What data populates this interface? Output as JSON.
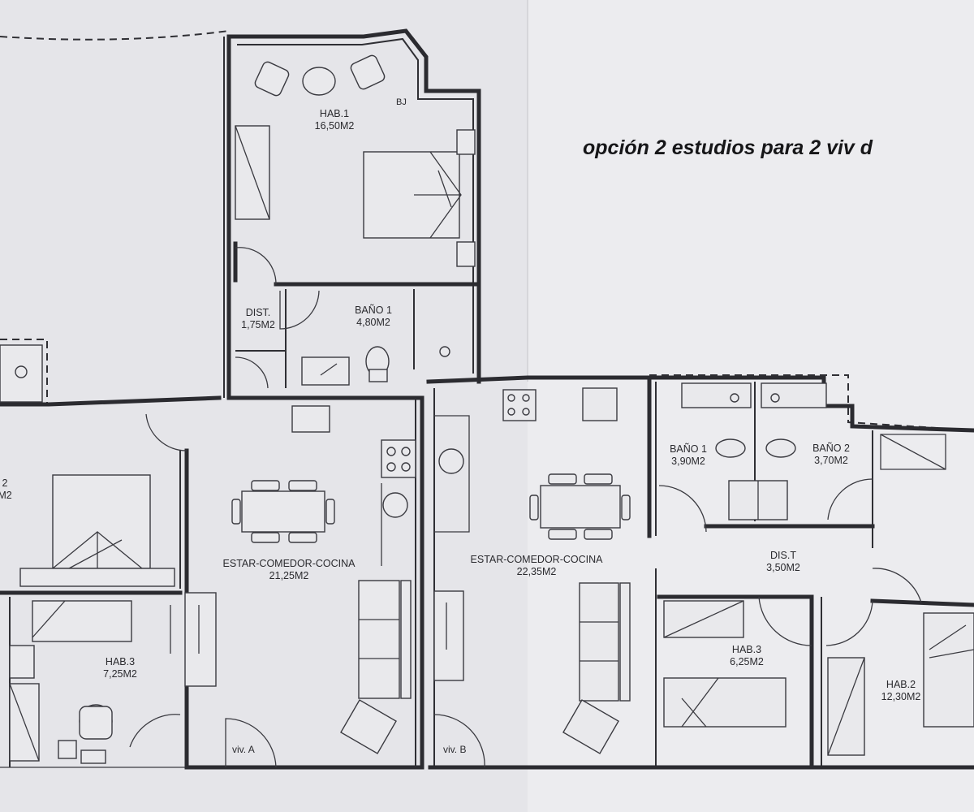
{
  "title": "opción 2 estudios para 2 viv d",
  "rooms": [
    {
      "id": "hab1",
      "name": "HAB.1",
      "area": "16,50M2"
    },
    {
      "id": "dist-a",
      "name": "DIST.",
      "area": "1,75M2"
    },
    {
      "id": "bano1-a",
      "name": "BAÑO 1",
      "area": "4,80M2"
    },
    {
      "id": "hab2-a",
      "name": "2",
      "area": "M2"
    },
    {
      "id": "estar-a",
      "name": "ESTAR-COMEDOR-COCINA",
      "area": "21,25M2"
    },
    {
      "id": "hab3-a",
      "name": "HAB.3",
      "area": "7,25M2"
    },
    {
      "id": "estar-b",
      "name": "ESTAR-COMEDOR-COCINA",
      "area": "22,35M2"
    },
    {
      "id": "bano1-b",
      "name": "BAÑO 1",
      "area": "3,90M2"
    },
    {
      "id": "bano2-b",
      "name": "BAÑO 2",
      "area": "3,70M2"
    },
    {
      "id": "dist-b",
      "name": "DIS.T",
      "area": "3,50M2"
    },
    {
      "id": "hab3-b",
      "name": "HAB.3",
      "area": "6,25M2"
    },
    {
      "id": "hab2-b",
      "name": "HAB.2",
      "area": "12,30M2"
    }
  ],
  "entrances": [
    "viv. A",
    "viv. B"
  ],
  "fixture_tag": "BJ"
}
